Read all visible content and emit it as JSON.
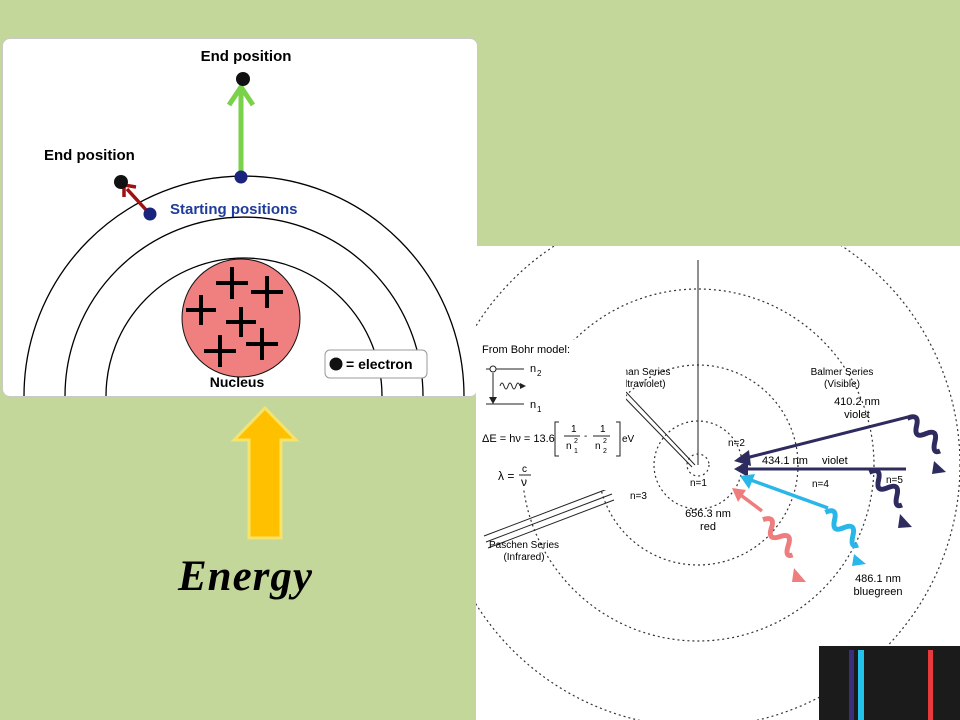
{
  "bohr_left": {
    "end_position_top": "End position",
    "end_position_left": "End position",
    "starting_positions": "Starting positions",
    "nucleus": "Nucleus",
    "legend_electron": "= electron"
  },
  "energy_label": "Energy",
  "hydrogen_diagram": {
    "from_bohr_model": "From Bohr model:",
    "n2": "n",
    "n2_sub": "2",
    "n1": "n",
    "n1_sub": "1",
    "delta_e_formula": "ΔE = hν = 13.6",
    "ev": "eV",
    "lambda": "λ =",
    "c": "c",
    "nu": "ν",
    "frac_one": "1",
    "frac_n": "n",
    "lyman_series": "Lyman Series",
    "lyman_sub": "(Ultraviolet)",
    "balmer_series": "Balmer Series",
    "balmer_sub": "(Visible)",
    "paschen_series": "Paschen Series",
    "paschen_sub": "(Infrared)",
    "level_n1": "n=1",
    "level_n2": "n=2",
    "level_n3": "n=3",
    "level_n4": "n=4",
    "level_n5": "n=5",
    "line_410": "410.2 nm",
    "line_410_color": "violet",
    "line_434": "434.1 nm",
    "line_434_color": "violet",
    "line_656": "656.3 nm",
    "line_656_color": "red",
    "line_486": "486.1 nm",
    "line_486_color": "bluegreen"
  },
  "colors": {
    "background": "#c4d79b",
    "nucleus_fill": "#f08080",
    "transition_green": "#7ad24a",
    "transition_red": "#a01010",
    "violet_arrow": "#2e2b5e",
    "bluegreen_arrow": "#29b6e8",
    "red_arrow": "#ef7d7d",
    "energy_arrow_fill": "#ffc000",
    "energy_arrow_border": "#f5e36a"
  },
  "spectrum_lines": [
    "violet",
    "bluegreen",
    "red"
  ]
}
